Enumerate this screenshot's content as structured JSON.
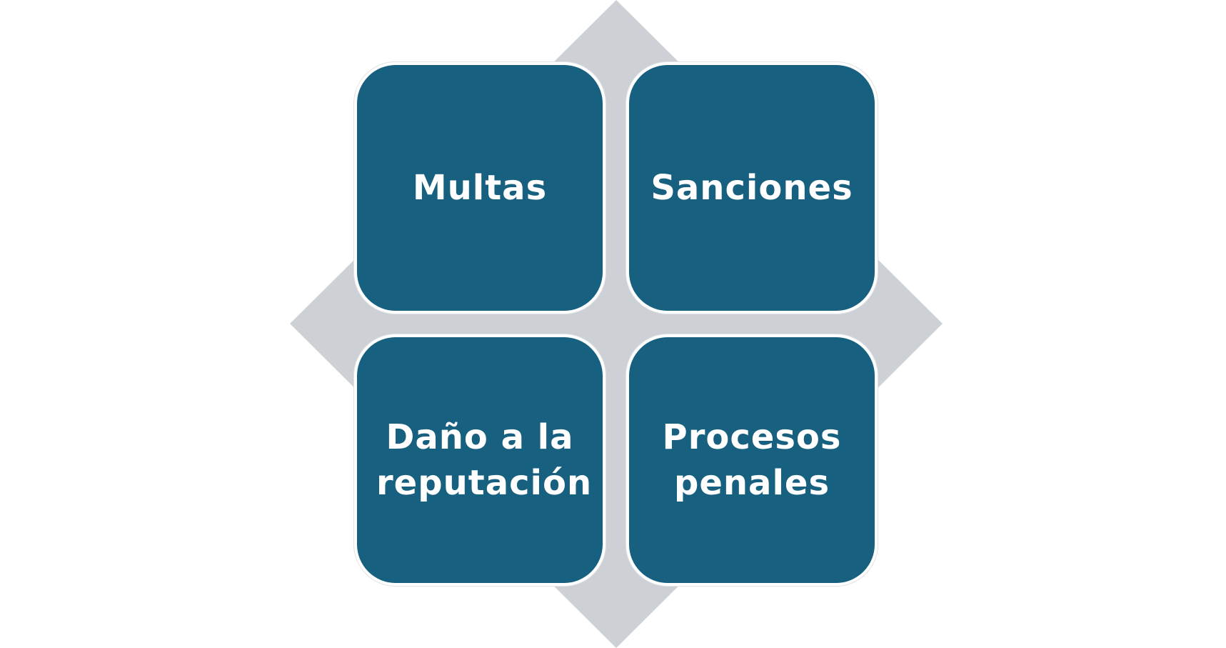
{
  "colors": {
    "box_fill": "#17607f",
    "diamond_fill": "#cdd1d5",
    "text": "#ffffff",
    "background": "#ffffff"
  },
  "boxes": {
    "top_left": "Multas",
    "top_right": "Sanciones",
    "bottom_left": "Daño a la reputación",
    "bottom_right": "Procesos penales"
  }
}
